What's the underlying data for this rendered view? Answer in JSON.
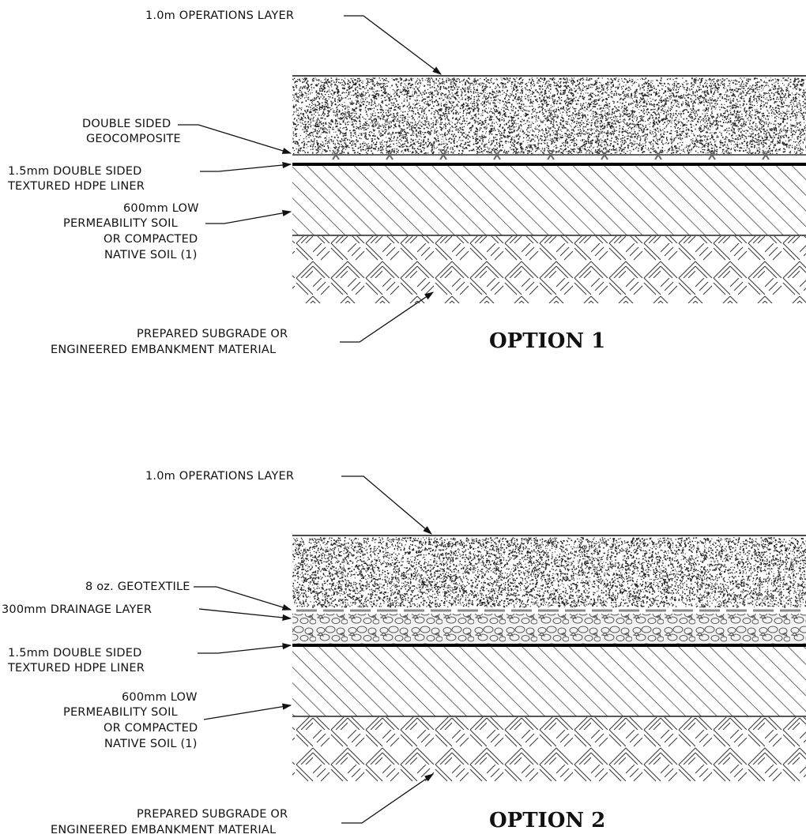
{
  "option1": {
    "title": "OPTION 1",
    "labels": {
      "operations_layer": "1.0m OPERATIONS LAYER",
      "geocomposite_1": "DOUBLE SIDED",
      "geocomposite_2": "GEOCOMPOSITE",
      "liner_1": "1.5mm DOUBLE SIDED",
      "liner_2": "TEXTURED HDPE LINER",
      "soil_1": "600mm LOW",
      "soil_2": "PERMEABILITY SOIL",
      "soil_3": "OR COMPACTED",
      "soil_4": "NATIVE SOIL (1)",
      "subgrade_1": "PREPARED SUBGRADE OR",
      "subgrade_2": "ENGINEERED EMBANKMENT MATERIAL"
    }
  },
  "option2": {
    "title": "OPTION 2",
    "labels": {
      "operations_layer": "1.0m OPERATIONS LAYER",
      "geotextile": "8 oz. GEOTEXTILE",
      "drainage": "300mm DRAINAGE LAYER",
      "liner_1": "1.5mm DOUBLE SIDED",
      "liner_2": "TEXTURED HDPE LINER",
      "soil_1": "600mm LOW",
      "soil_2": "PERMEABILITY SOIL",
      "soil_3": "OR COMPACTED",
      "soil_4": "NATIVE SOIL (1)",
      "subgrade_1": "PREPARED SUBGRADE OR",
      "subgrade_2": "ENGINEERED EMBANKMENT MATERIAL"
    }
  }
}
